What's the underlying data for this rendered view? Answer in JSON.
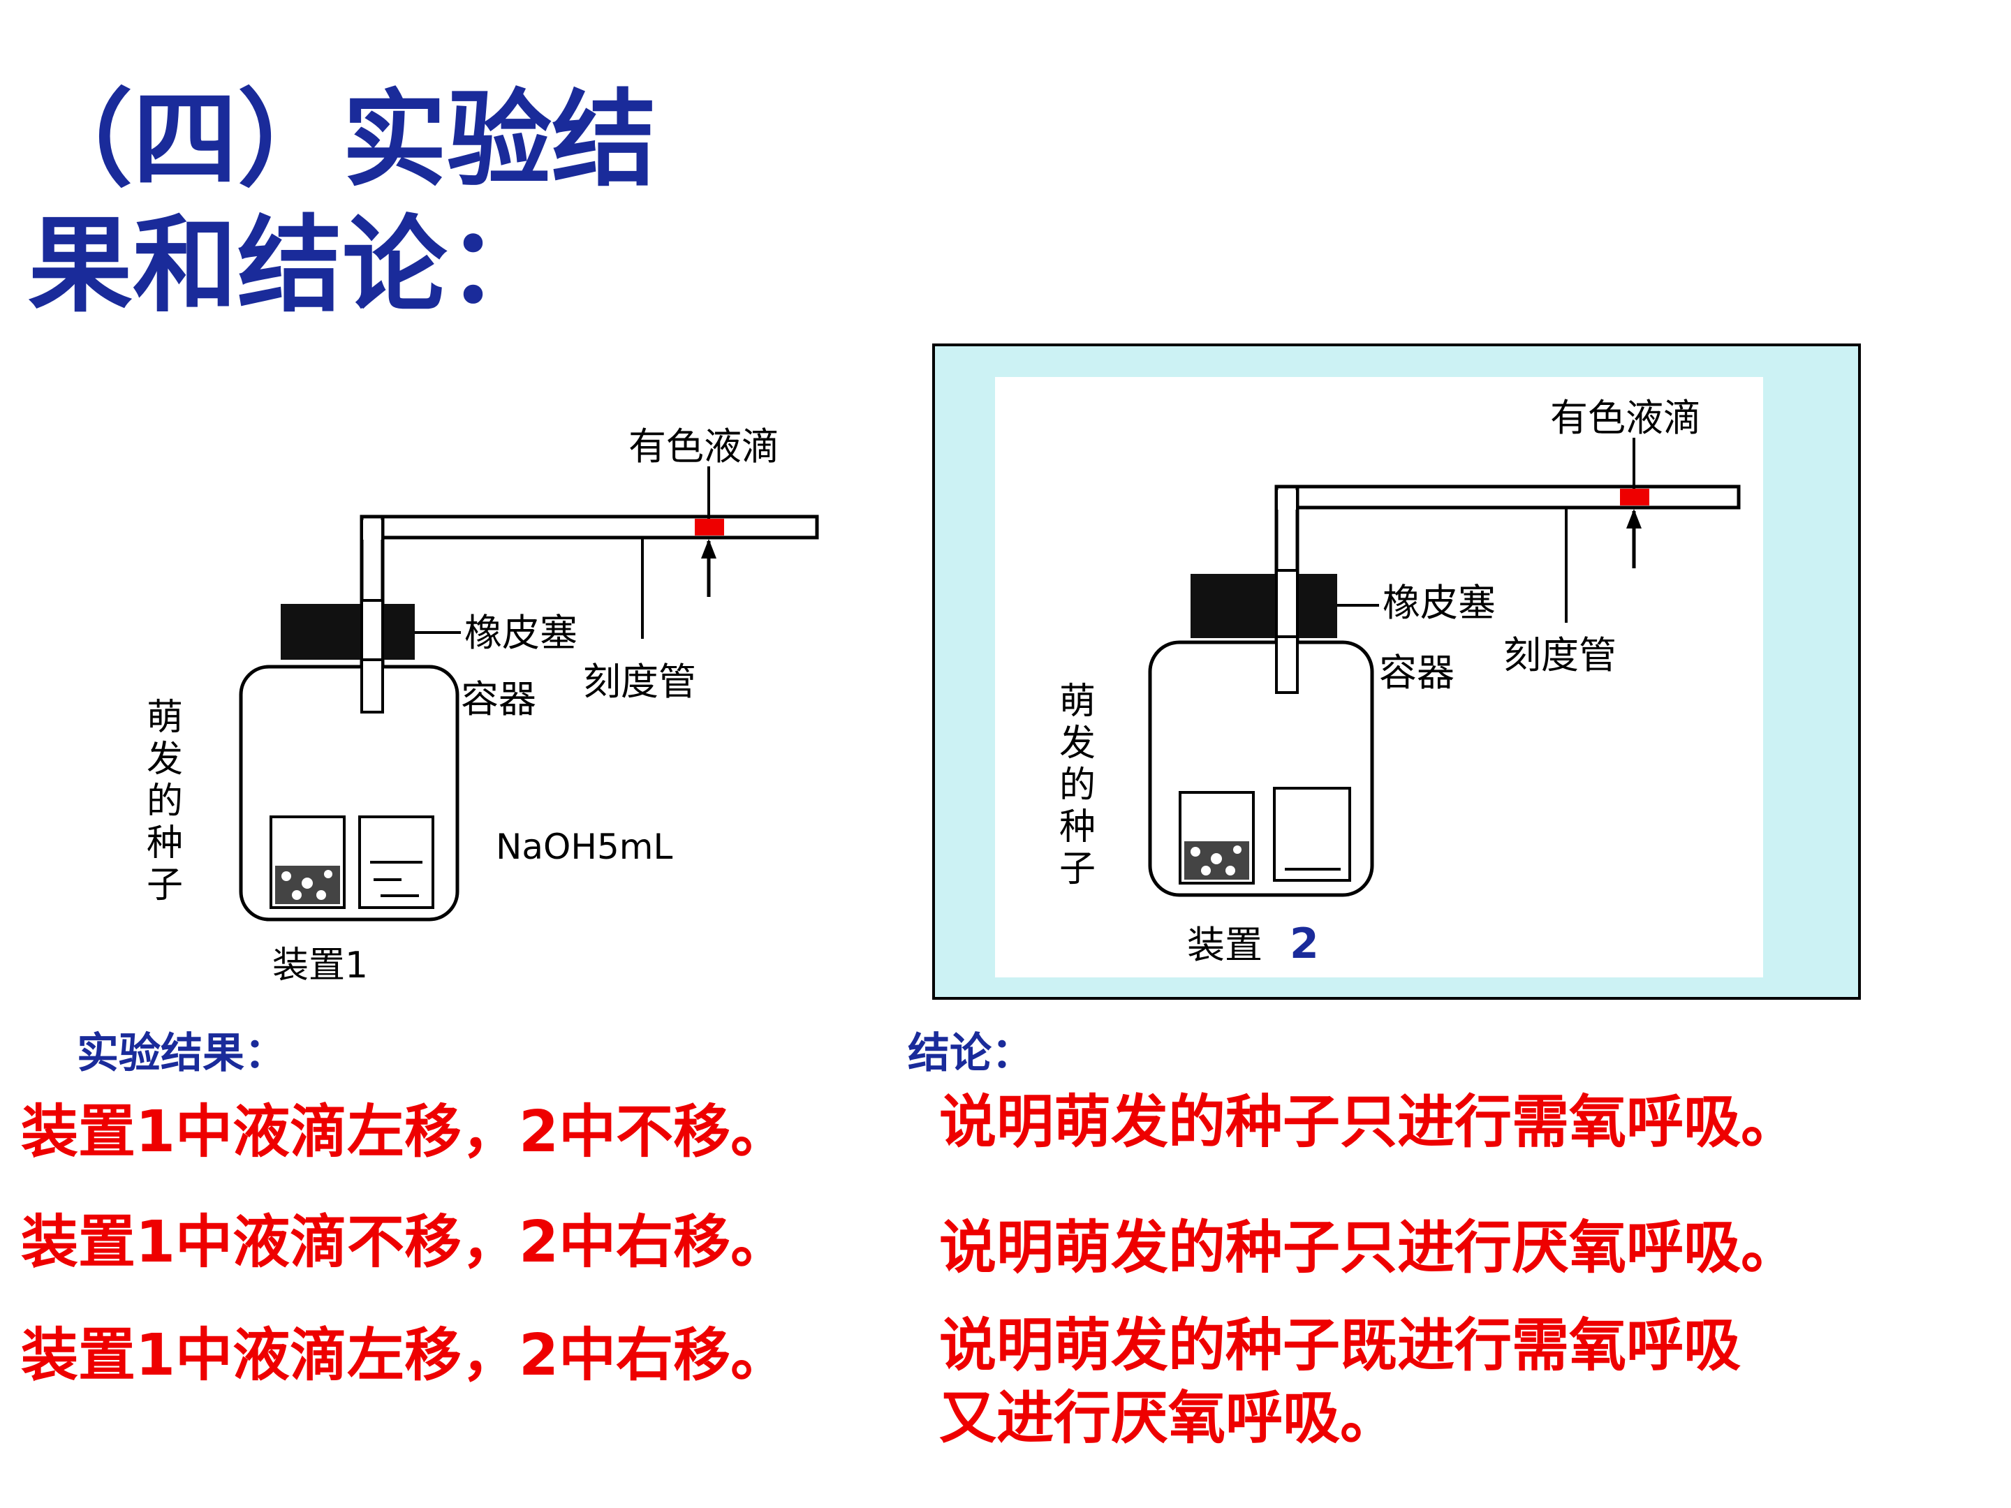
{
  "title": {
    "line1": "（四）实验结",
    "line2": "果和结论："
  },
  "diagram1": {
    "droplet_label": "有色液滴",
    "stopper_label": "橡皮塞",
    "tube_label": "刻度管",
    "container_label": "容器",
    "seeds_label": [
      "萌",
      "发",
      "的",
      "种",
      "子"
    ],
    "solution_label": "NaOH5mL",
    "device_label": "装置1"
  },
  "diagram2": {
    "droplet_label": "有色液滴",
    "stopper_label": "橡皮塞",
    "tube_label": "刻度管",
    "container_label": "容器",
    "seeds_label": [
      "萌",
      "发",
      "的",
      "种",
      "子"
    ],
    "device_label": "装置",
    "device_number": "2"
  },
  "results_header": "实验结果：",
  "conclusion_header": "结论：",
  "rows": [
    {
      "result": "装置1中液滴左移，2中不移。",
      "conclusion": "说明萌发的种子只进行需氧呼吸。"
    },
    {
      "result": "装置1中液滴不移，2中右移。",
      "conclusion": "说明萌发的种子只进行厌氧呼吸。"
    },
    {
      "result": "装置1中液滴左移，2中右移。",
      "conclusion": "说明萌发的种子既进行需氧呼吸",
      "conclusion_line2": "又进行厌氧呼吸。"
    }
  ],
  "colors": {
    "title": "#1a2b9a",
    "highlight": "#ee0000",
    "panel_bg": "#ccf2f4",
    "droplet": "#ee0000"
  }
}
